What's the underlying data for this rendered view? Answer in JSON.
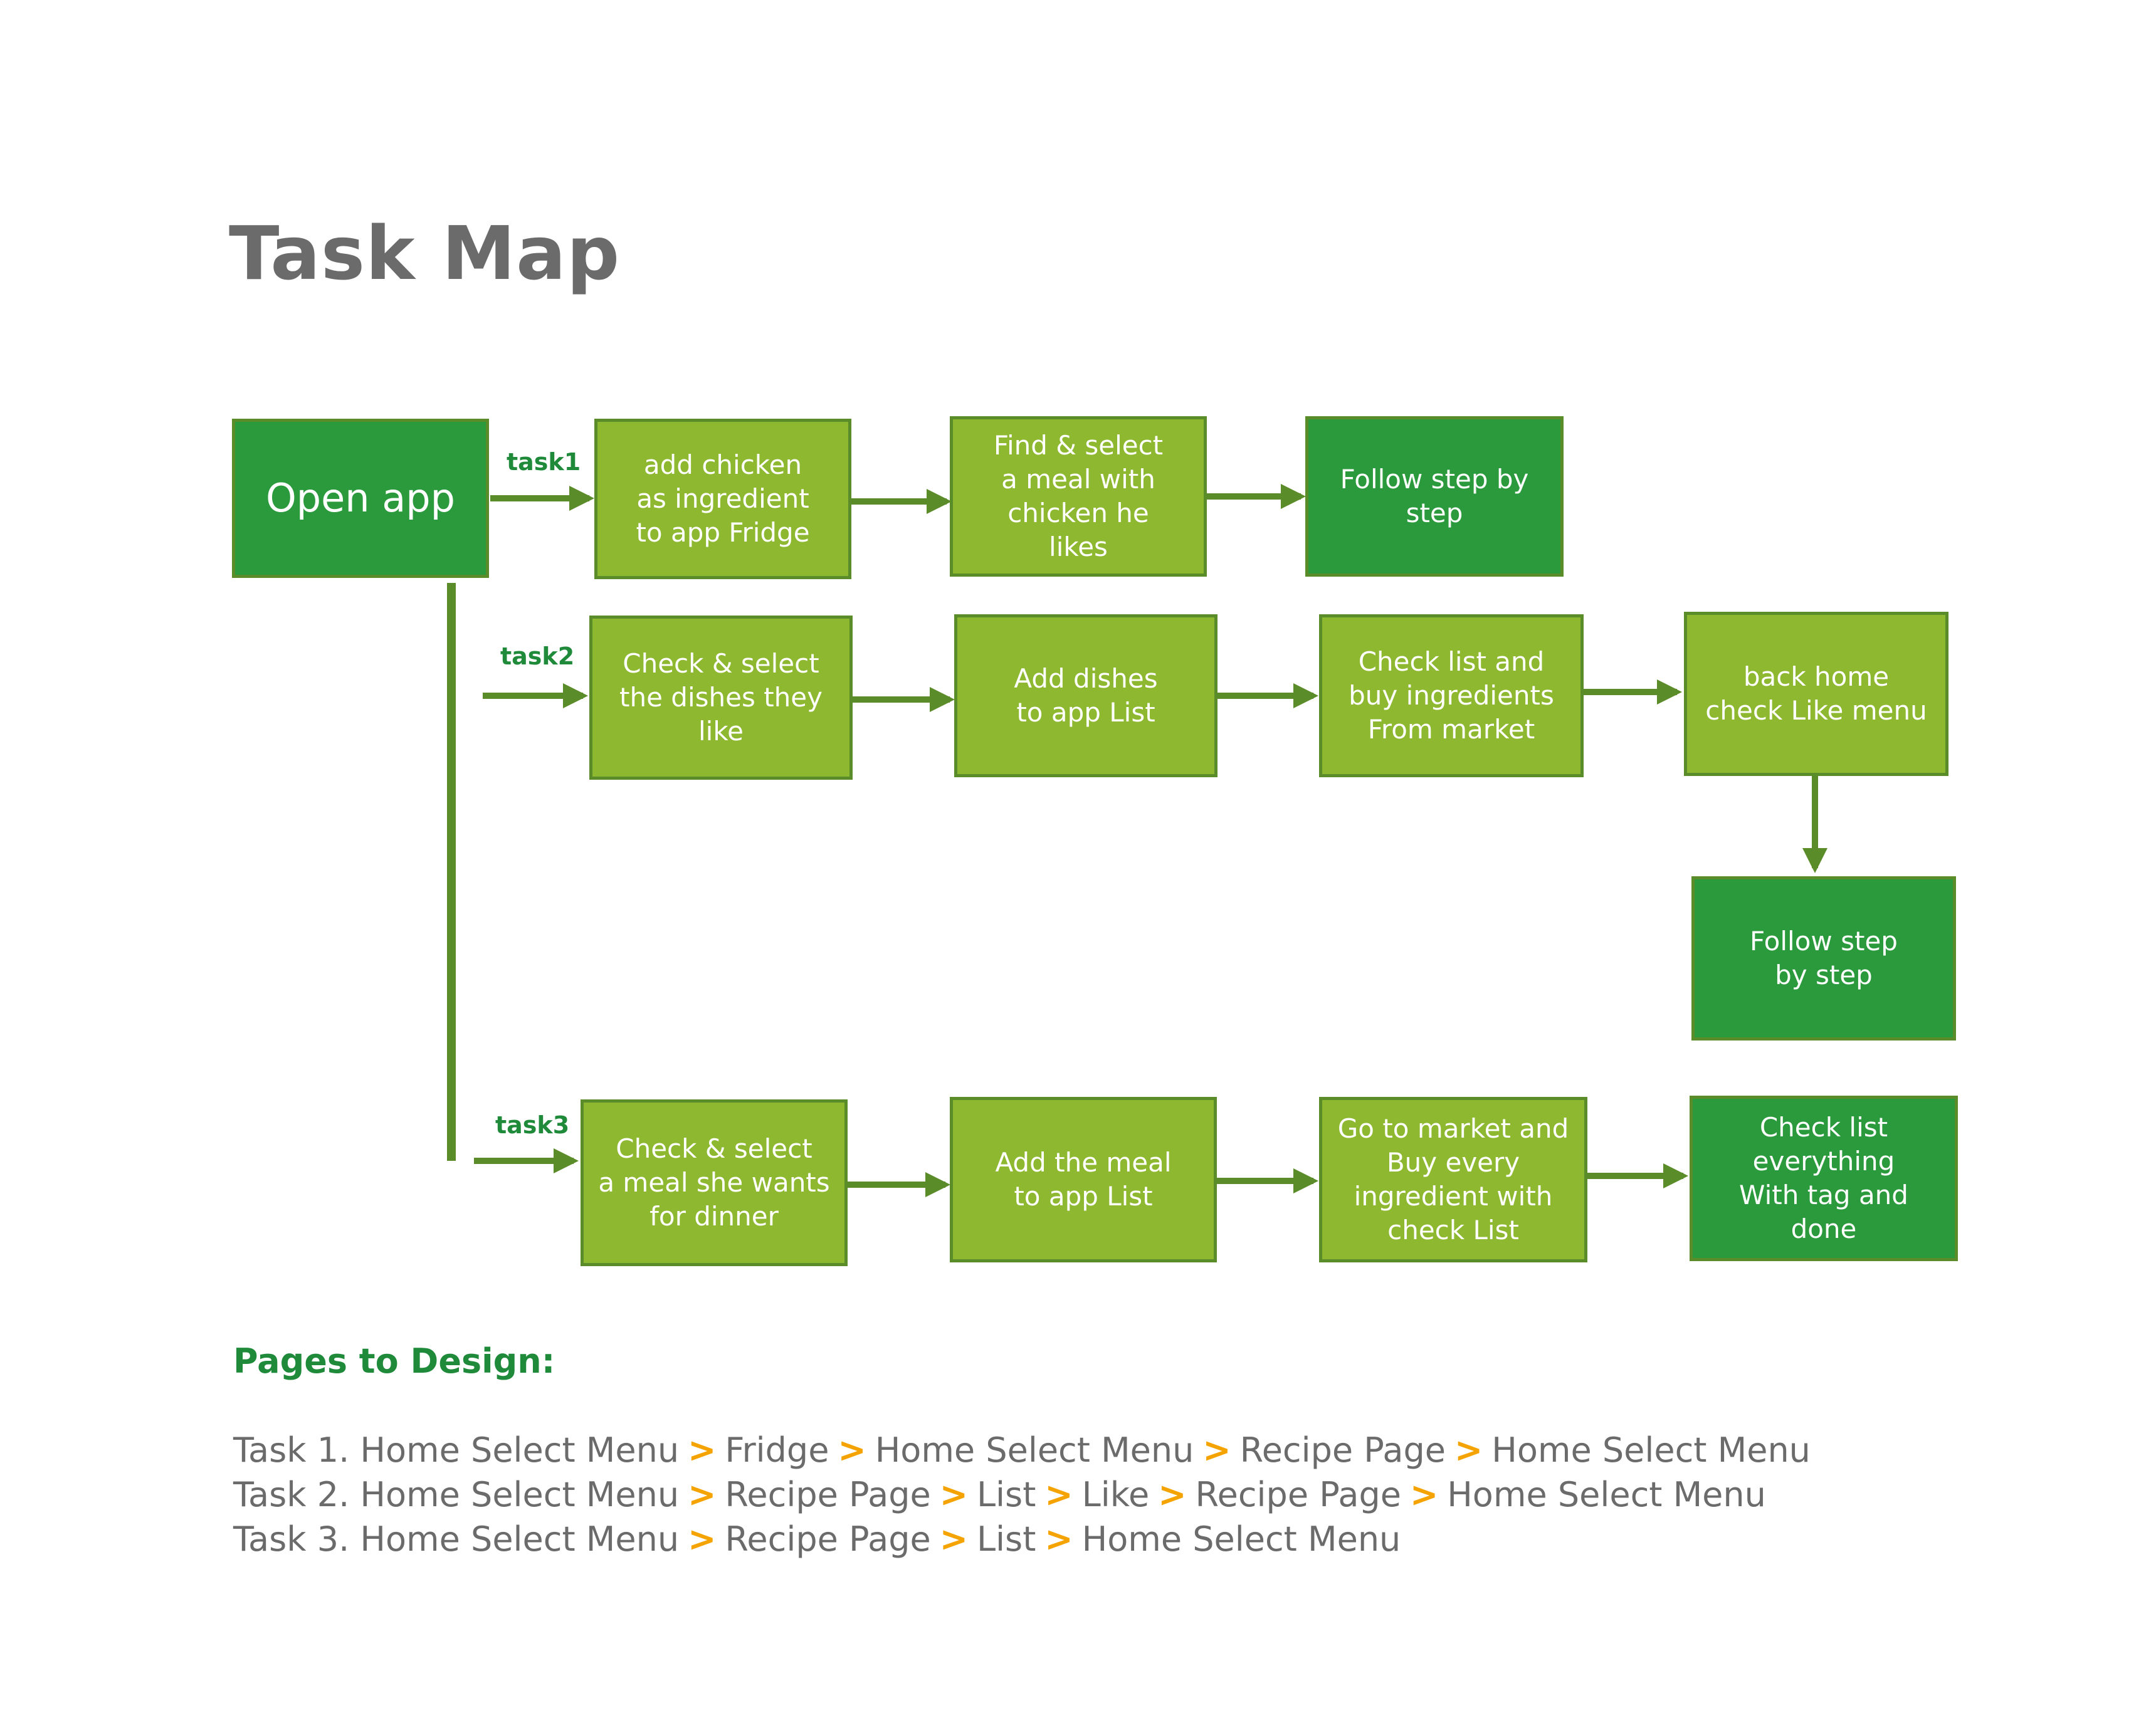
{
  "title": "Task Map",
  "nodes": {
    "open_app": "Open app",
    "t1_add_chicken": "add chicken\nas ingredient\nto app Fridge",
    "t1_find_select": "Find & select\na meal with\nchicken he\nlikes",
    "t1_follow": "Follow step by\nstep",
    "t2_check_select": "Check & select\nthe dishes they\nlike",
    "t2_add_dishes": "Add dishes\nto app List",
    "t2_check_list": "Check list and\nbuy ingredients\nFrom market",
    "t2_back_home": "back home\ncheck Like menu",
    "t2_follow": "Follow step\nby step",
    "t3_check_select": "Check & select\na meal she wants\nfor dinner",
    "t3_add_meal": "Add the meal\nto app List",
    "t3_go_market": "Go to market and\nBuy every\ningredient with\ncheck List",
    "t3_check_done": "Check list\neverything\nWith tag and\ndone"
  },
  "task_labels": {
    "task1": "task1",
    "task2": "task2",
    "task3": "task3"
  },
  "pages_heading": "Pages to Design:",
  "routes": [
    {
      "prefix": "Task 1.",
      "pages": [
        "Home Select Menu",
        "Fridge",
        "Home Select Menu",
        "Recipe Page",
        "Home Select Menu"
      ]
    },
    {
      "prefix": "Task 2.",
      "pages": [
        "Home Select Menu",
        "Recipe Page",
        "List",
        "Like",
        "Recipe Page",
        "Home Select Menu"
      ]
    },
    {
      "prefix": "Task 3.",
      "pages": [
        "Home Select Menu",
        "Recipe Page",
        "List",
        "Home Select Menu"
      ]
    }
  ],
  "route_separator": ">",
  "colors": {
    "light_box": "#8db82f",
    "dark_box": "#2a9a3c",
    "border": "#5b8c2a",
    "arrow": "#5b8c2a",
    "title": "#6b6b6b",
    "heading": "#1f8a3a",
    "separator": "#f5a300"
  }
}
